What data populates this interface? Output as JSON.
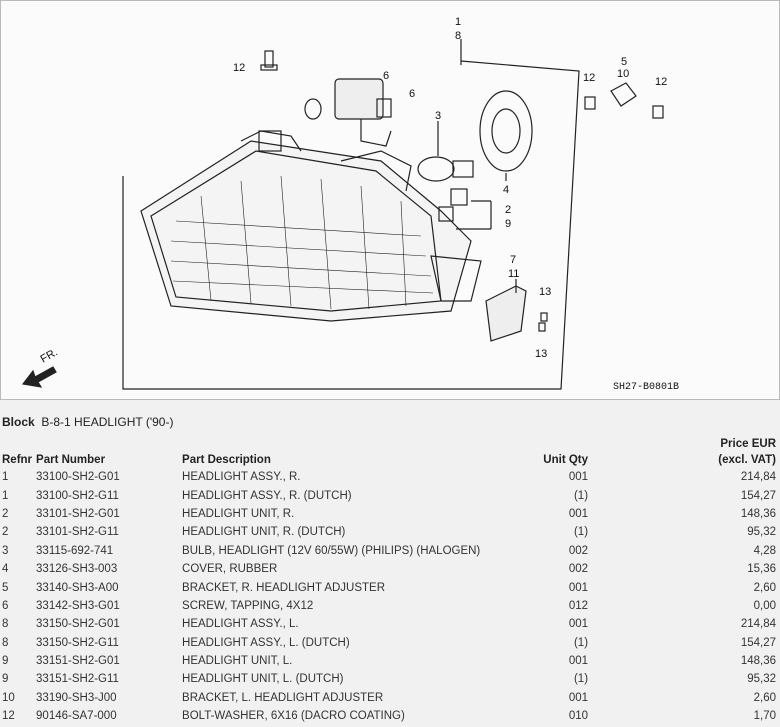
{
  "diagram": {
    "callouts": [
      "1",
      "8",
      "12",
      "6",
      "6",
      "3",
      "5",
      "10",
      "12",
      "12",
      "4",
      "2",
      "9",
      "7",
      "11",
      "13",
      "13"
    ],
    "front_label": "FR.",
    "drawing_code": "SH27-B0801B"
  },
  "block": {
    "label": "Block",
    "title": "B-8-1 HEADLIGHT ('90-)"
  },
  "table": {
    "headers": {
      "refnr": "Refnr",
      "part_number": "Part Number",
      "description": "Part Description",
      "qty": "Unit Qty",
      "price_line1": "Price EUR",
      "price_line2": "(excl. VAT)"
    },
    "rows": [
      {
        "ref": "1",
        "part": "33100-SH2-G01",
        "desc": "HEADLIGHT ASSY., R.",
        "qty": "001",
        "price": "214,84"
      },
      {
        "ref": "1",
        "part": "33100-SH2-G11",
        "desc": "HEADLIGHT ASSY., R. (DUTCH)",
        "qty": "(1)",
        "price": "154,27"
      },
      {
        "ref": "2",
        "part": "33101-SH2-G01",
        "desc": "HEADLIGHT UNIT, R.",
        "qty": "001",
        "price": "148,36"
      },
      {
        "ref": "2",
        "part": "33101-SH2-G11",
        "desc": "HEADLIGHT UNIT, R. (DUTCH)",
        "qty": "(1)",
        "price": "95,32"
      },
      {
        "ref": "3",
        "part": "33115-692-741",
        "desc": "BULB, HEADLIGHT (12V 60/55W) (PHILIPS) (HALOGEN)",
        "qty": "002",
        "price": "4,28"
      },
      {
        "ref": "4",
        "part": "33126-SH3-003",
        "desc": "COVER, RUBBER",
        "qty": "002",
        "price": "15,36"
      },
      {
        "ref": "5",
        "part": "33140-SH3-A00",
        "desc": "BRACKET, R. HEADLIGHT ADJUSTER",
        "qty": "001",
        "price": "2,60"
      },
      {
        "ref": "6",
        "part": "33142-SH3-G01",
        "desc": "SCREW, TAPPING, 4X12",
        "qty": "012",
        "price": "0,00"
      },
      {
        "ref": "8",
        "part": "33150-SH2-G01",
        "desc": "HEADLIGHT ASSY., L.",
        "qty": "001",
        "price": "214,84"
      },
      {
        "ref": "8",
        "part": "33150-SH2-G11",
        "desc": "HEADLIGHT ASSY., L. (DUTCH)",
        "qty": "(1)",
        "price": "154,27"
      },
      {
        "ref": "9",
        "part": "33151-SH2-G01",
        "desc": "HEADLIGHT UNIT, L.",
        "qty": "001",
        "price": "148,36"
      },
      {
        "ref": "9",
        "part": "33151-SH2-G11",
        "desc": "HEADLIGHT UNIT, L. (DUTCH)",
        "qty": "(1)",
        "price": "95,32"
      },
      {
        "ref": "10",
        "part": "33190-SH3-J00",
        "desc": "BRACKET, L. HEADLIGHT ADJUSTER",
        "qty": "001",
        "price": "2,60"
      },
      {
        "ref": "12",
        "part": "90146-SA7-000",
        "desc": "BOLT-WASHER, 6X16 (DACRO COATING)",
        "qty": "010",
        "price": "1,70"
      }
    ]
  }
}
